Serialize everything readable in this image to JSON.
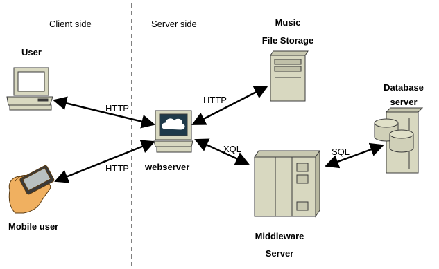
{
  "zones": {
    "client": "Client side",
    "server": "Server side"
  },
  "nodes": {
    "user": "User",
    "mobile": "Mobile user",
    "webserver": "webserver",
    "storage_line1": "Music",
    "storage_line2": "File Storage",
    "database_line1": "Database",
    "database_line2": "server",
    "middleware_line1": "Middleware",
    "middleware_line2": "Server"
  },
  "links": {
    "user_http": "HTTP",
    "mobile_http": "HTTP",
    "storage_http": "HTTP",
    "xql": "XQL",
    "sql": "SQL"
  },
  "icons": [
    "desktop-computer-icon",
    "pda-hand-icon",
    "webserver-monitor-icon",
    "file-storage-tower-icon",
    "middleware-rack-icon",
    "database-server-icon"
  ],
  "colors": {
    "device_fill": "#d8d8c0",
    "device_stroke": "#3a3a3a",
    "screen": "#1f3a4a",
    "cloud": "#ffffff",
    "arrow": "#000000",
    "hand": "#f0b060"
  }
}
